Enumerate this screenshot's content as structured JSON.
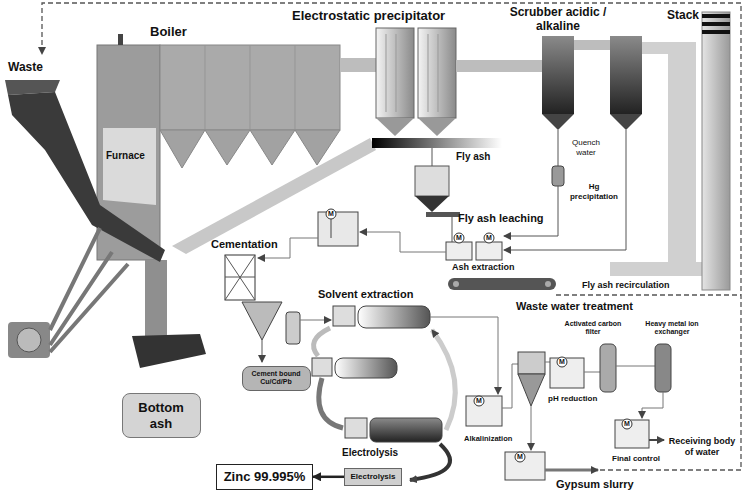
{
  "diagram": {
    "nodes": [
      {
        "text": [
          "Bottom ash"
        ]
      },
      {
        "text": [
          "Cement bound Cu/Cd/Pb"
        ]
      },
      {
        "text": [
          "Electrolysis"
        ]
      },
      {
        "text": [
          "Zinc 99.995%"
        ]
      }
    ],
    "edges": [
      {
        "from": 2,
        "to": 3,
        "arrow": "to"
      }
    ],
    "labels": [
      "Waste",
      "Boiler",
      "Furnace",
      "Electrostatic precipitator",
      "Scrubber acidic / alkaline",
      "Stack",
      "Fly ash",
      "Quench water",
      "Hg precipitation",
      "Fly ash leaching",
      "M",
      "M",
      "M",
      "Ash extraction",
      "Cementation",
      "Solvent extraction",
      "Fly ash recirculation",
      "Waste water treatment",
      "Activated carbon filter",
      "Heavy metal ion exchanger",
      "M",
      "pH reduction",
      "Electrolysis",
      "M",
      "Alkalinization",
      "Receiving body of water",
      "M",
      "Final control",
      "M",
      "Gypsum slurry"
    ]
  }
}
